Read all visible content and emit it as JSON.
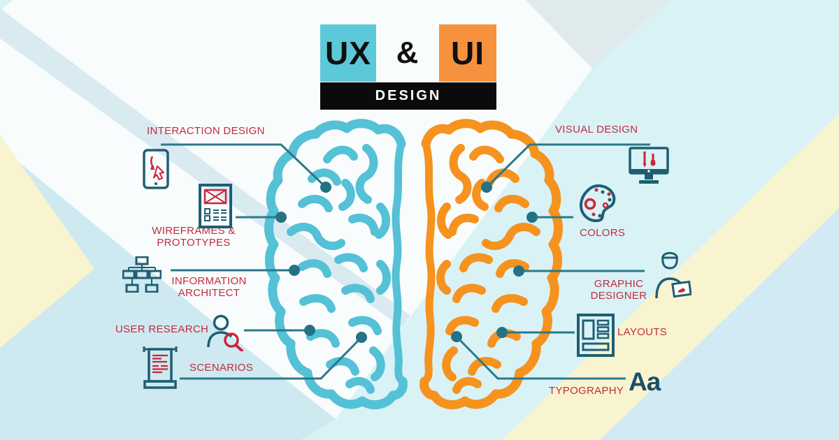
{
  "header": {
    "ux": "UX",
    "amp": "&",
    "ui": "UI",
    "design": "DESIGN"
  },
  "ux_side": [
    {
      "label": "INTERACTION DESIGN",
      "icon": "tablet-touch-icon"
    },
    {
      "label": "WIREFRAMES & PROTOTYPES",
      "icon": "wireframe-document-icon"
    },
    {
      "label": "INFORMATION ARCHITECT",
      "icon": "sitemap-icon"
    },
    {
      "label": "USER RESEARCH",
      "icon": "person-magnifier-icon"
    },
    {
      "label": "SCENARIOS",
      "icon": "scroll-icon"
    }
  ],
  "ui_side": [
    {
      "label": "VISUAL DESIGN",
      "icon": "monitor-design-tools-icon"
    },
    {
      "label": "COLORS",
      "icon": "palette-icon"
    },
    {
      "label": "GRAPHIC DESIGNER",
      "icon": "designer-person-icon"
    },
    {
      "label": "LAYOUTS",
      "icon": "layout-grid-icon"
    },
    {
      "label": "TYPOGRAPHY",
      "icon": "typography-aa-icon",
      "icon_text": "Aa"
    }
  ],
  "colors": {
    "ux_brain_teal": "#54c1d6",
    "ui_brain_orange": "#f6921e",
    "label_red": "#c22b3e",
    "icon_red": "#c8273b",
    "connector_teal": "#2a7889",
    "icon_dark_teal": "#1f5e73",
    "header_teal": "#5cc9d8",
    "header_orange": "#f6923d",
    "header_black": "#0b0b0b",
    "bg_cyan": "#d9f2f6",
    "bg_white": "#f9fcfc",
    "bg_yellow": "#f8f4d0",
    "bg_blue": "#cfe9f0"
  }
}
